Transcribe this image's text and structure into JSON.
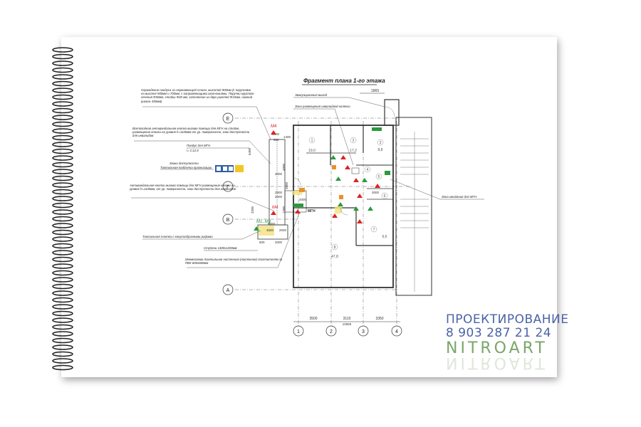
{
  "drawing": {
    "title": "Фрагмент плана 1-го этажа",
    "axes_letters": [
      "Е",
      "Г",
      "В",
      "А"
    ],
    "axes_numbers": [
      "1",
      "2",
      "3",
      "4"
    ],
    "dims_bottom": [
      "3500",
      "3110",
      "3350"
    ],
    "dims_bottom_sub": "10060",
    "dim_top": "1865",
    "callouts": {
      "railing": "Ограждение пандуса из нержавеющей стали, высотой 900мм (с поручнями на высоте 900мм и 700мм, с направляющими окончаниями. Поручни круглого сечения Ф50мм, стойки Ф40 мм, заполнение из двух ригелей Ф15мм, нижний ригель 450мм)",
      "call_button": "Всепогодная антивандальная кнопка вызова помощи для МГН на стойке, размещение кнопки на уровне h=1100мм от ур. поверхности, знак доступности для инвалидов",
      "ramp": "Пандус для МГН",
      "ramp_slope": "i= 1:12,5",
      "signs": "Знаки доступности",
      "tactile_plate": "Тактильная табличка организации",
      "call_button2": "Антивандальная кнопка вызова помощи для МГН размещение кнопки на уровне h=1100мм, от ур. поверхности, знак доступности для инвалидов",
      "tactile_tile": "Тактильная плитка с конусообразными рифами",
      "steps": "Ступени 1400х1200мм",
      "mnemonic": "Мнемосхема тактильная настенная (наклонная) посетителям за ПВХ 600х600мм",
      "evac_exit": "Эвакуационный выход",
      "wheelchair_zone": "Зона размещения инвалидной коляски",
      "waiting_zone": "Зона ожидания для МГН"
    },
    "labels": {
      "m4_top": "М4",
      "m4_mid": "М4",
      "m1m3": "М1..М3",
      "mgn": "МГН"
    },
    "dims_left": [
      "1300",
      "900",
      "1400",
      "3000",
      "2600",
      "2000",
      "4800",
      "6400",
      "3200",
      "6500",
      "1200",
      "2000"
    ],
    "dims_lower": [
      "600",
      "2000",
      "4500",
      "2000",
      "2000",
      "3000"
    ],
    "room_numbers": [
      "1",
      "2",
      "3",
      "4",
      "5",
      "6",
      "7",
      "8"
    ],
    "room_areas": [
      "19,0",
      "17,2",
      "8,8",
      "6,6",
      "47,8"
    ]
  },
  "brand": {
    "line1": "ПРОЕКТИРОВАНИЕ",
    "line2": "8 903 287 21 24",
    "line3": "NITROART"
  },
  "colors": {
    "brand_blue": "#4a63a5",
    "brand_green": "#7aa66a",
    "plan_red": "#d22",
    "plan_green": "#2a9a3a"
  }
}
